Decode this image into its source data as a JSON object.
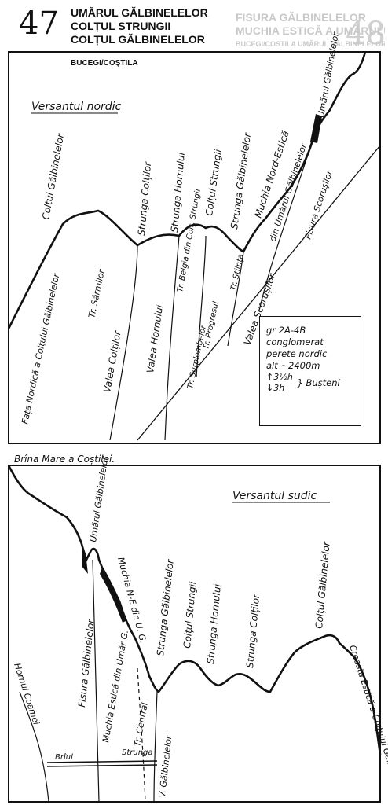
{
  "header": {
    "number": "47",
    "titles": [
      "UMĂRUL GĂLBINELELOR",
      "COLȚUL STRUNGII",
      "COLȚUL GĂLBINELELOR"
    ],
    "ghost_text": [
      "FISURA GĂLBINELELOR",
      "MUCHIA ESTICĂ A UMĂRULUI GĂLBINELELOR",
      "BUCEGI/COSTILA UMĂRUL GĂLBINELELOR"
    ],
    "ghost_number": "48",
    "location": "BUCEGI/COȘTILA"
  },
  "north": {
    "side_title": "Versantul nordic",
    "labels": {
      "coltul_galbinelelor": "Colțul Gălbinelelor",
      "fata_nordica": "Fața Nordică a Colțului Gălbinelelor",
      "tr_sarmilor": "Tr. Sârmilor",
      "valea_coltilor": "Valea Colților",
      "strunga_coltilor": "Strunga Colților",
      "valea_hornului": "Valea Hornului",
      "strunga_hornului": "Strunga Hornului",
      "tr_belgia": "Tr. Belgia din Colț. Strungii",
      "tr_surplombelor": "Tr. Surplombelor",
      "tr_progresul": "Tr. Progresul",
      "tr_stiinta": "Tr. Știința",
      "coltul_strungii": "Colțul Strungii",
      "strunga_galbinelelor": "Strunga Gălbinelelor",
      "valea_scorusilor": "Valea Scorușilor",
      "muchia_ne": "Muchia Nord-Estică",
      "din_umarul": "din Umărul Gălbinelelor",
      "fisura_scorusilor": "Fisura Scorușilor",
      "umarul_galbinelelor": "Umărul Gălbinelelor"
    },
    "legend": {
      "grade": "gr 2A-4B",
      "rock": "conglomerat",
      "face": "perete nordic",
      "altitude": "alt ~2400m",
      "time_up": "↑3½h",
      "time_down": "↓3h",
      "from": "Bușteni"
    }
  },
  "south": {
    "brana": "Brîna Mare a Coștilei.",
    "side_title": "Versantul sudic",
    "labels": {
      "umarul_galbinelelor": "Umărul Gălbinelelor",
      "fisura_galbinelelor": "Fisura Gălbinelelor",
      "muchia_ne_g": "Muchia N-E din U. G.",
      "muchia_estica": "Muchia Estică din Umăr G.",
      "tr_central": "Tr. Central",
      "strunga_galbinelelor": "Strunga Gălbinelelor",
      "coltul_strungii": "Colțul Strungii",
      "strunga_hornului": "Strunga Hornului",
      "strunga_coltilor": "Strunga Colților",
      "coltul_galbinelelor": "Colțul Gălbinelelor",
      "creasta_estica": "Creasta Estică a Colțului Gălbinelelor",
      "hornul_coamei": "Hornul Coamei",
      "brul": "Brîul",
      "strunga": "Strunga",
      "v_galbinelelor": "V. Gălbinelelor"
    }
  }
}
